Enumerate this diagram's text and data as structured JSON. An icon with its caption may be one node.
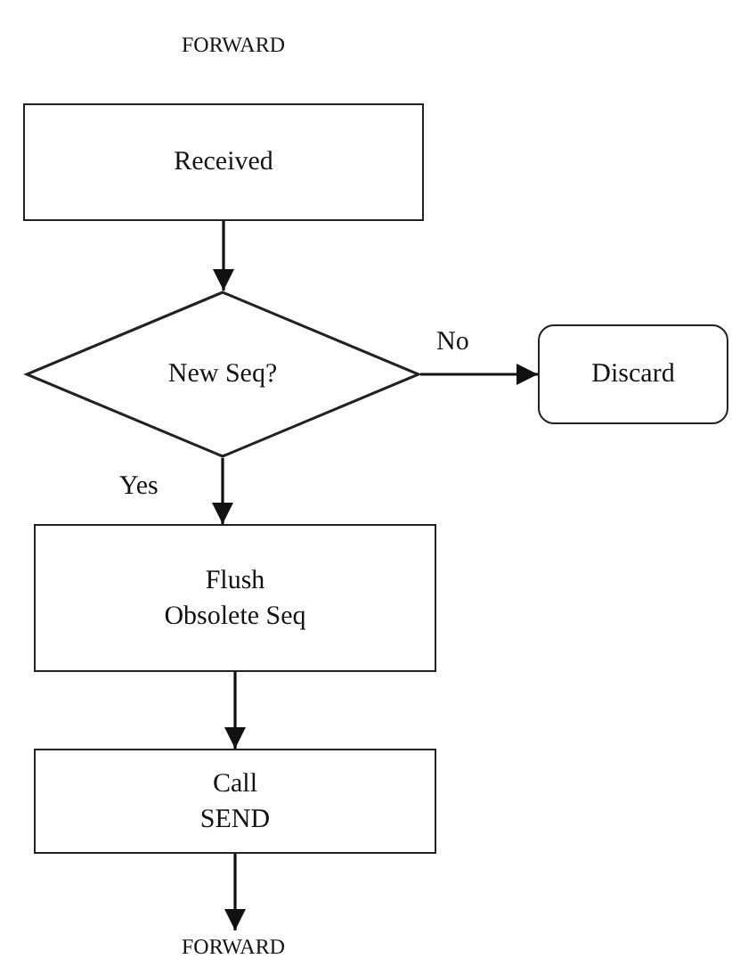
{
  "diagram": {
    "nodes": [
      {
        "text": [
          "Received"
        ]
      },
      {
        "text": [
          "New Seq?"
        ]
      },
      {
        "text": [
          "Discard"
        ]
      },
      {
        "text": [
          "Flush Obsolete Seq"
        ]
      },
      {
        "text": [
          "Call SEND"
        ]
      },
      {
        "text": [
          "FORWARD"
        ]
      }
    ],
    "edges": [
      {
        "from": 0,
        "to": 1,
        "arrow": "to"
      },
      {
        "from": 1,
        "to": 2,
        "arrow": "to",
        "label": "No"
      },
      {
        "from": 1,
        "to": 3,
        "arrow": "to",
        "label": "Yes"
      },
      {
        "from": 3,
        "to": 4,
        "arrow": "to"
      },
      {
        "from": 4,
        "to": 5,
        "arrow": "to"
      }
    ],
    "labels": [
      "FORWARD"
    ]
  }
}
